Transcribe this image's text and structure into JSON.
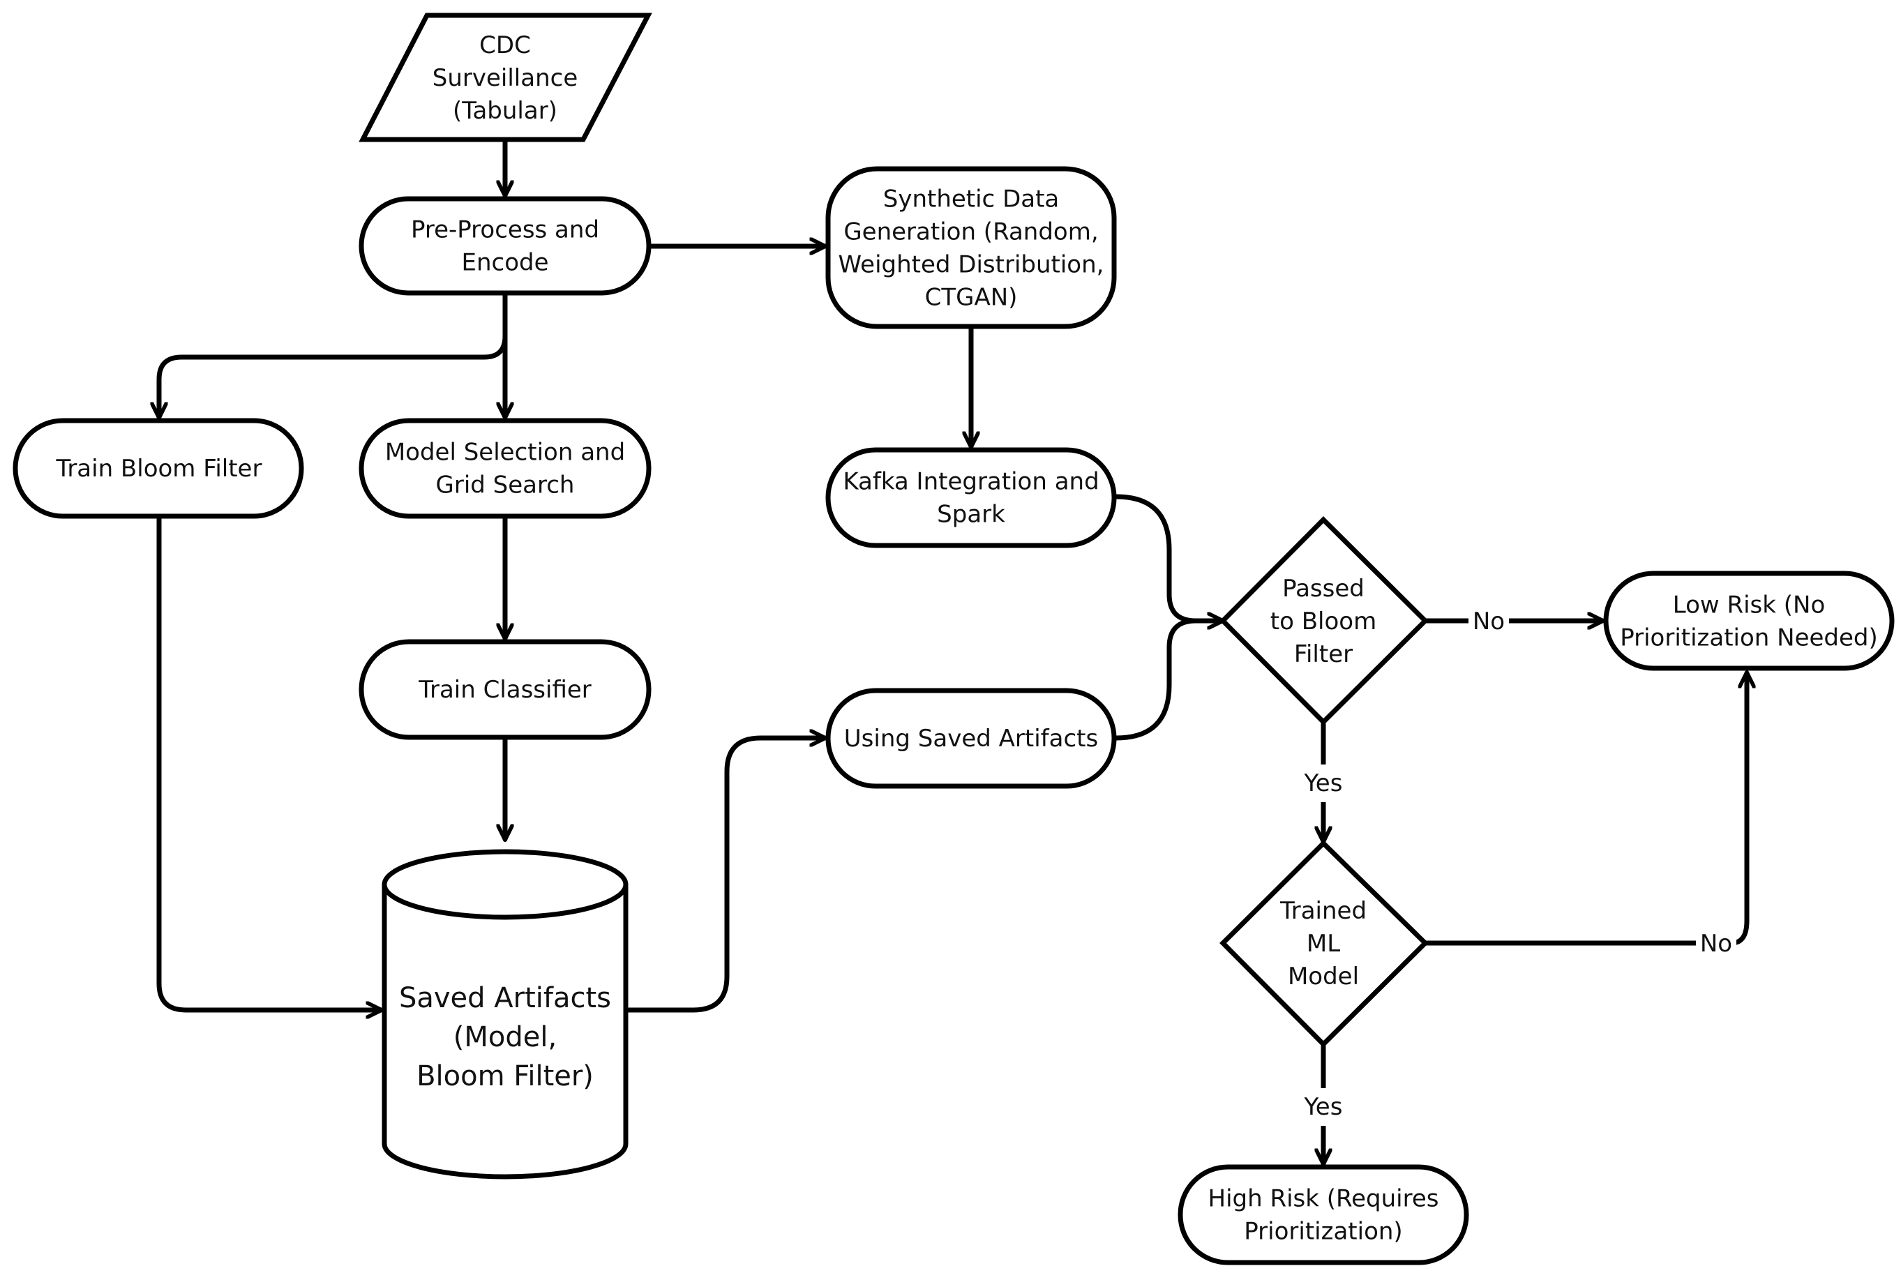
{
  "nodes": {
    "cdc_source": {
      "lines": [
        "CDC",
        "Surveillance",
        "(Tabular)"
      ]
    },
    "preprocess": {
      "lines": [
        "Pre-Process and",
        "Encode"
      ]
    },
    "synthetic": {
      "lines": [
        "Synthetic Data",
        "Generation (Random,",
        "Weighted Distribution,",
        "CTGAN)"
      ]
    },
    "train_bloom": {
      "lines": [
        "Train Bloom Filter"
      ]
    },
    "model_selection": {
      "lines": [
        "Model Selection and",
        "Grid Search"
      ]
    },
    "kafka": {
      "lines": [
        "Kafka Integration and",
        "Spark"
      ]
    },
    "train_classifier": {
      "lines": [
        "Train Classifier"
      ]
    },
    "using_saved": {
      "lines": [
        "Using Saved Artifacts"
      ]
    },
    "passed_bloom": {
      "lines": [
        "Passed",
        "to Bloom",
        "Filter"
      ]
    },
    "low_risk": {
      "lines": [
        "Low Risk (No",
        "Prioritization Needed)"
      ]
    },
    "trained_ml": {
      "lines": [
        "Trained",
        "ML",
        "Model"
      ]
    },
    "saved_artifacts": {
      "lines": [
        "Saved Artifacts",
        "(Model,",
        "Bloom Filter)"
      ]
    },
    "high_risk": {
      "lines": [
        "High Risk (Requires",
        "Prioritization)"
      ]
    }
  },
  "edge_labels": {
    "bloom_no": "No",
    "bloom_yes": "Yes",
    "ml_no": "No",
    "ml_yes": "Yes"
  }
}
